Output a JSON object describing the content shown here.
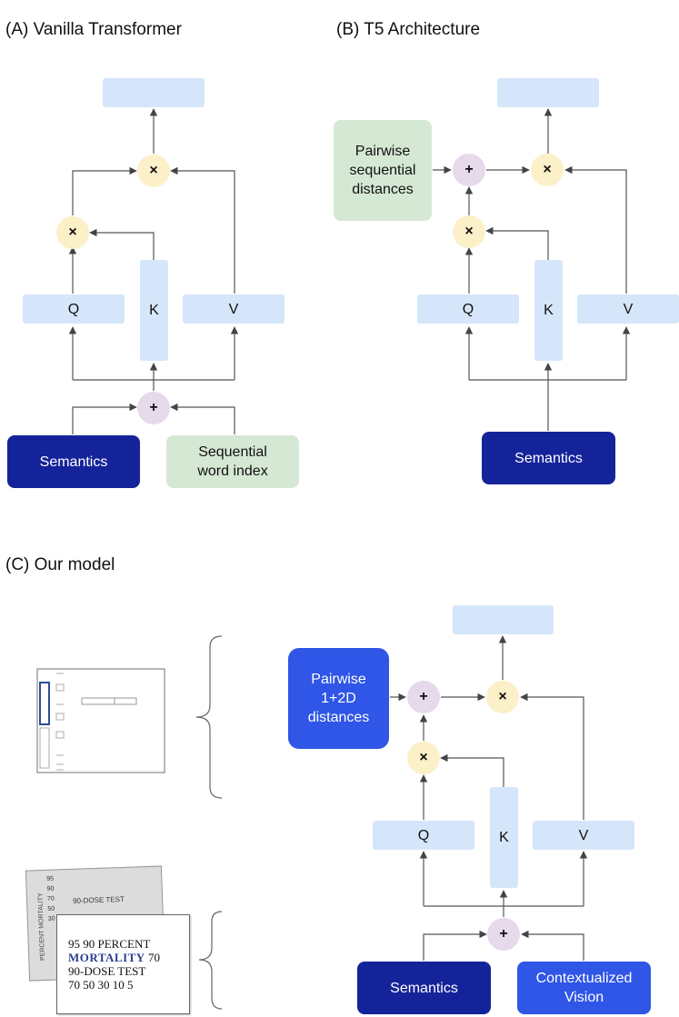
{
  "panels": {
    "a": {
      "title": "(A) Vanilla Transformer",
      "q": "Q",
      "k": "K",
      "v": "V",
      "add": "+",
      "mul1": "×",
      "mul2": "×",
      "semantics": "Semantics",
      "sequential": "Sequential word index"
    },
    "b": {
      "title": "(B) T5 Architecture",
      "q": "Q",
      "k": "K",
      "v": "V",
      "add_pos": "+",
      "mul1": "×",
      "mul2": "×",
      "pairwise": "Pairwise sequential distances",
      "semantics": "Semantics"
    },
    "c": {
      "title": "(C) Our model",
      "q": "Q",
      "k": "K",
      "v": "V",
      "add_pos": "+",
      "add_in": "+",
      "mul1": "×",
      "mul2": "×",
      "pairwise": "Pairwise 1+2D distances",
      "semantics": "Semantics",
      "vision": "Contextualized Vision",
      "doc_back_axis": "PERCENT MORTALITY",
      "doc_back_ticks": [
        "95",
        "90",
        "70",
        "50",
        "30"
      ],
      "doc_back_label": "90-DOSE TEST",
      "doc_front_lines": [
        "95 90 PERCENT",
        "MORTALITY",
        "70",
        "90-DOSE TEST",
        "70 50 30 10 5"
      ]
    }
  },
  "colors": {
    "light_box": "#d6e6fa",
    "dark_box": "#15239a",
    "green_box": "#d5e8d4",
    "bright_box": "#2f56e6",
    "mul_circle": "#fbf0c8",
    "add_circle": "#e6d9eb"
  }
}
